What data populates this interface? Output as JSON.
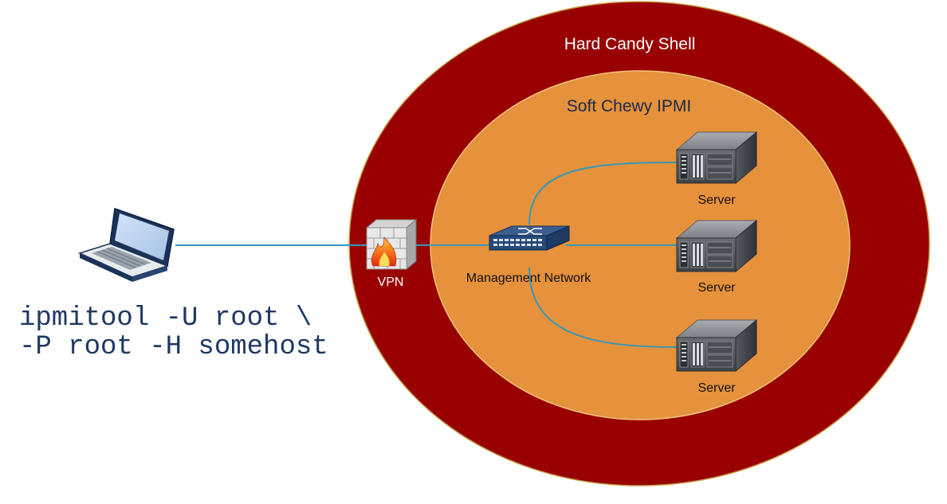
{
  "outer_zone": {
    "label": "Hard Candy Shell",
    "fill": "#990000",
    "stroke": "#c9a34a"
  },
  "inner_zone": {
    "label": "Soft Chewy IPMI",
    "fill": "#e6913b",
    "stroke": "#f2c27a"
  },
  "connection_color": "#3399bb",
  "laptop": {
    "icon": "laptop-icon"
  },
  "vpn": {
    "label": "VPN",
    "icon": "firewall-icon"
  },
  "switch": {
    "label": "Management Network",
    "icon": "network-switch-icon"
  },
  "servers": [
    {
      "label": "Server",
      "icon": "server-icon"
    },
    {
      "label": "Server",
      "icon": "server-icon"
    },
    {
      "label": "Server",
      "icon": "server-icon"
    }
  ],
  "command": {
    "line1": "ipmitool -U root \\",
    "line2": "-P root -H somehost"
  }
}
